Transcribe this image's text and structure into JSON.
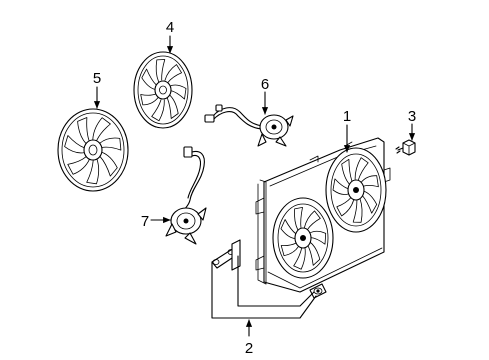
{
  "diagram": {
    "parts": [
      {
        "callout": "1",
        "part": "fan-shroud-assembly"
      },
      {
        "callout": "2",
        "part": "mounting-bracket"
      },
      {
        "callout": "3",
        "part": "bolt"
      },
      {
        "callout": "4",
        "part": "fan-blade"
      },
      {
        "callout": "5",
        "part": "fan-blade"
      },
      {
        "callout": "6",
        "part": "fan-motor"
      },
      {
        "callout": "7",
        "part": "fan-motor"
      }
    ]
  }
}
